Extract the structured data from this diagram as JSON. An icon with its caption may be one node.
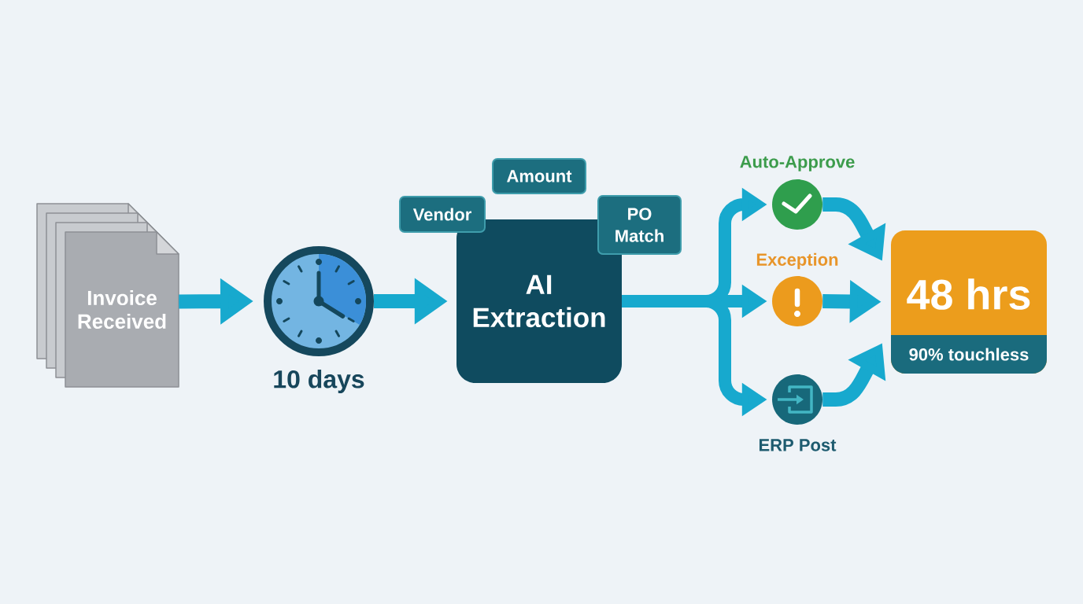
{
  "diagram": {
    "nodes": [
      {
        "text": [
          "Invoice Received"
        ]
      },
      {
        "text": [],
        "shape": "circle",
        "beside": [
          "10 days"
        ]
      },
      {
        "text": [
          "AI Extraction"
        ]
      },
      {
        "text": [
          "Vendor"
        ]
      },
      {
        "text": [
          "Amount"
        ]
      },
      {
        "text": [
          "PO Match"
        ]
      },
      {
        "text": [],
        "shape": "circle",
        "beside": [
          "Auto-Approve"
        ]
      },
      {
        "text": [],
        "shape": "circle",
        "beside": [
          "Exception"
        ]
      },
      {
        "text": [],
        "shape": "circle",
        "beside": [
          "ERP Post"
        ]
      },
      {
        "text": [
          "48 hrs",
          "90% touchless"
        ]
      }
    ],
    "edges": [
      {
        "from": 0,
        "to": 1,
        "arrow": "to"
      },
      {
        "from": 1,
        "to": 2,
        "arrow": "to"
      },
      {
        "from": 2,
        "to": 6,
        "arrow": "to"
      },
      {
        "from": 2,
        "to": 7,
        "arrow": "to"
      },
      {
        "from": 2,
        "to": 8,
        "arrow": "to"
      },
      {
        "from": 6,
        "to": 9,
        "arrow": "to"
      },
      {
        "from": 7,
        "to": 9,
        "arrow": "to"
      },
      {
        "from": 8,
        "to": 9,
        "arrow": "to"
      }
    ]
  }
}
